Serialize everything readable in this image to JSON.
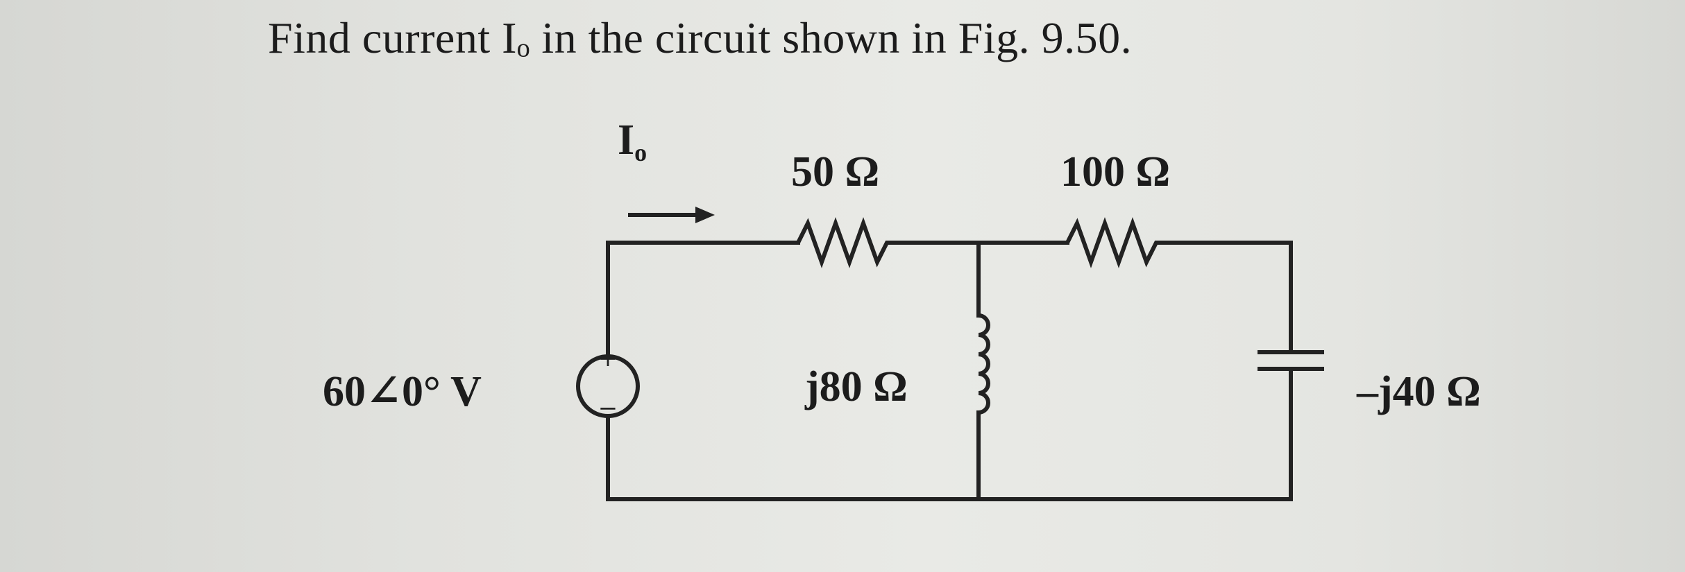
{
  "problem": {
    "text": "Find current Iₒ in the circuit shown in Fig. 9.50."
  },
  "circuit": {
    "current": {
      "symbol": "I",
      "subscript": "o"
    },
    "source": {
      "label": "60∠0° V",
      "plus": "+",
      "minus": "−"
    },
    "resistor_1": {
      "label": "50 Ω"
    },
    "resistor_2": {
      "label": "100 Ω"
    },
    "inductor": {
      "label": "j80 Ω"
    },
    "capacitor": {
      "label": "–j40 Ω"
    }
  },
  "icons": [
    "current-arrow-icon",
    "voltage-source-icon",
    "resistor-icon",
    "inductor-icon",
    "capacitor-icon"
  ],
  "colors": {
    "ink": "#1c1c1c",
    "background": "#e4e5e1"
  }
}
